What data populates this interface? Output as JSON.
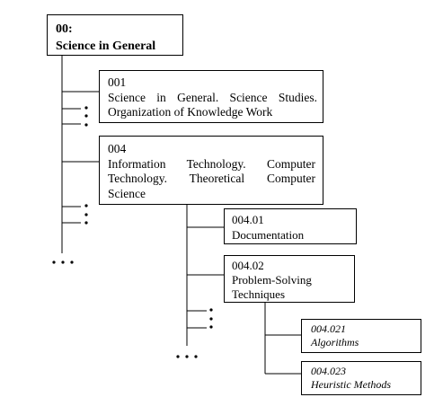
{
  "nodes": {
    "root": {
      "code": "00:",
      "label": "Science in General"
    },
    "n001": {
      "code": "001",
      "line1": "Science in General. Science Studies.",
      "line2": "Organization of Knowledge Work"
    },
    "n004": {
      "code": "004",
      "line1": "Information Technology. Computer",
      "line2": "Technology. Theoretical Computer",
      "line3": "Science"
    },
    "n00401": {
      "code": "004.01",
      "label": "Documentation"
    },
    "n00402": {
      "code": "004.02",
      "line1": "Problem-Solving",
      "line2": "Techniques"
    },
    "n004021": {
      "code": "004.021",
      "label": "Algorithms"
    },
    "n004023": {
      "code": "004.023",
      "label": "Heuristic Methods"
    }
  }
}
